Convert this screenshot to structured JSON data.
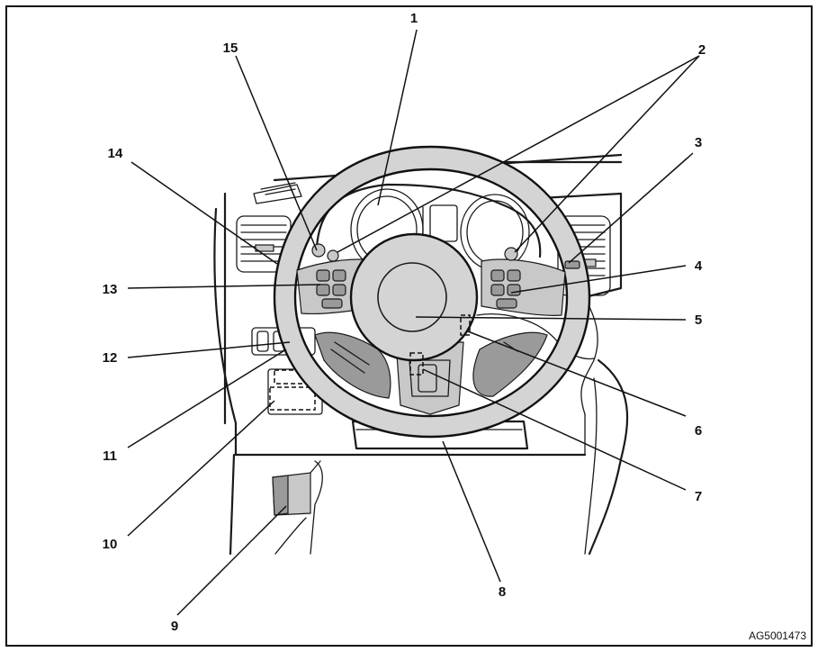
{
  "figure_id": "AG5001473",
  "callouts": [
    {
      "num": "1"
    },
    {
      "num": "2"
    },
    {
      "num": "3"
    },
    {
      "num": "4"
    },
    {
      "num": "5"
    },
    {
      "num": "6"
    },
    {
      "num": "7"
    },
    {
      "num": "8"
    },
    {
      "num": "9"
    },
    {
      "num": "10"
    },
    {
      "num": "11"
    },
    {
      "num": "12"
    },
    {
      "num": "13"
    },
    {
      "num": "14"
    },
    {
      "num": "15"
    }
  ]
}
